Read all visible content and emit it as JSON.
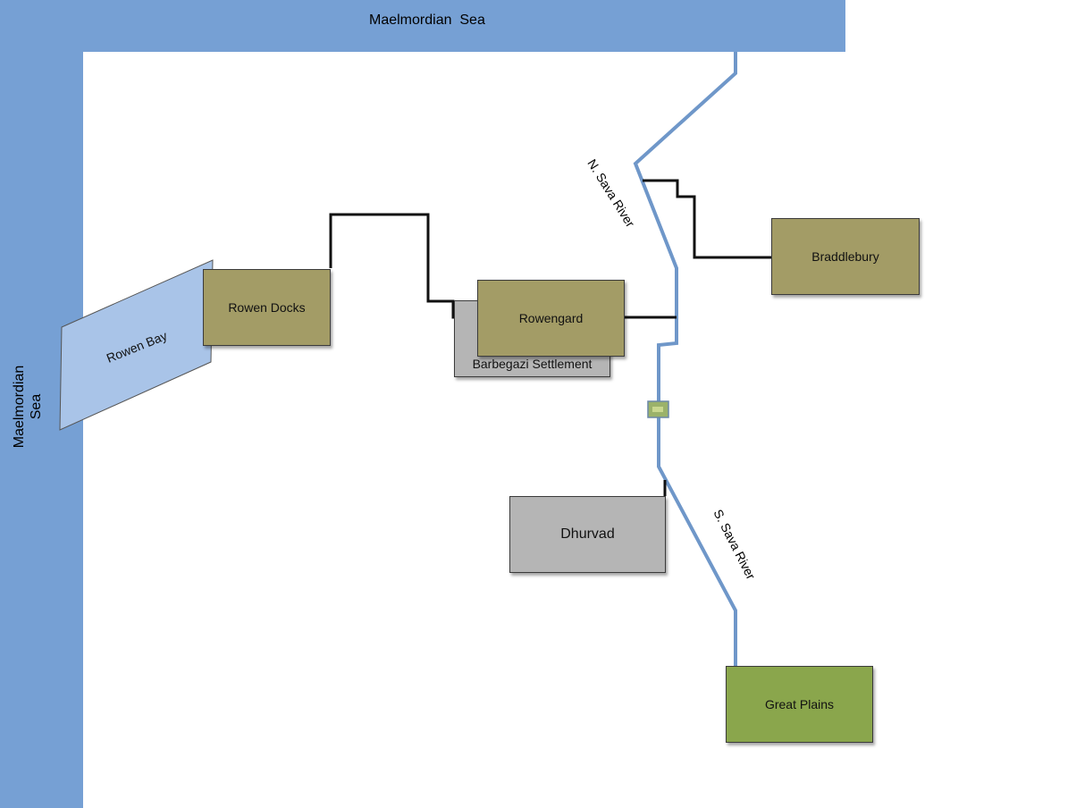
{
  "colors": {
    "sea": "#76a0d4",
    "bay": "#a9c4e8",
    "river": "#6f97c9",
    "road": "#111111",
    "settlement": "#a39c66",
    "neutral": "#b5b5b5",
    "plains": "#8aa64c",
    "bridge": "#9bb26a"
  },
  "seas": {
    "north": "Maelmordian  Sea",
    "west": "Maelmordian\nSea"
  },
  "bay": {
    "label": "Rowen Bay"
  },
  "rivers": {
    "north": "N. Sava River",
    "south": "S. Sava River"
  },
  "places": {
    "rowen_docks": "Rowen Docks",
    "barbegazi": "Barbegazi Settlement",
    "rowengard": "Rowengard",
    "braddlebury": "Braddlebury",
    "dhurvad": "Dhurvad",
    "great_plains": "Great Plains"
  },
  "icons": {
    "bridge": "bridge-marker-icon"
  }
}
